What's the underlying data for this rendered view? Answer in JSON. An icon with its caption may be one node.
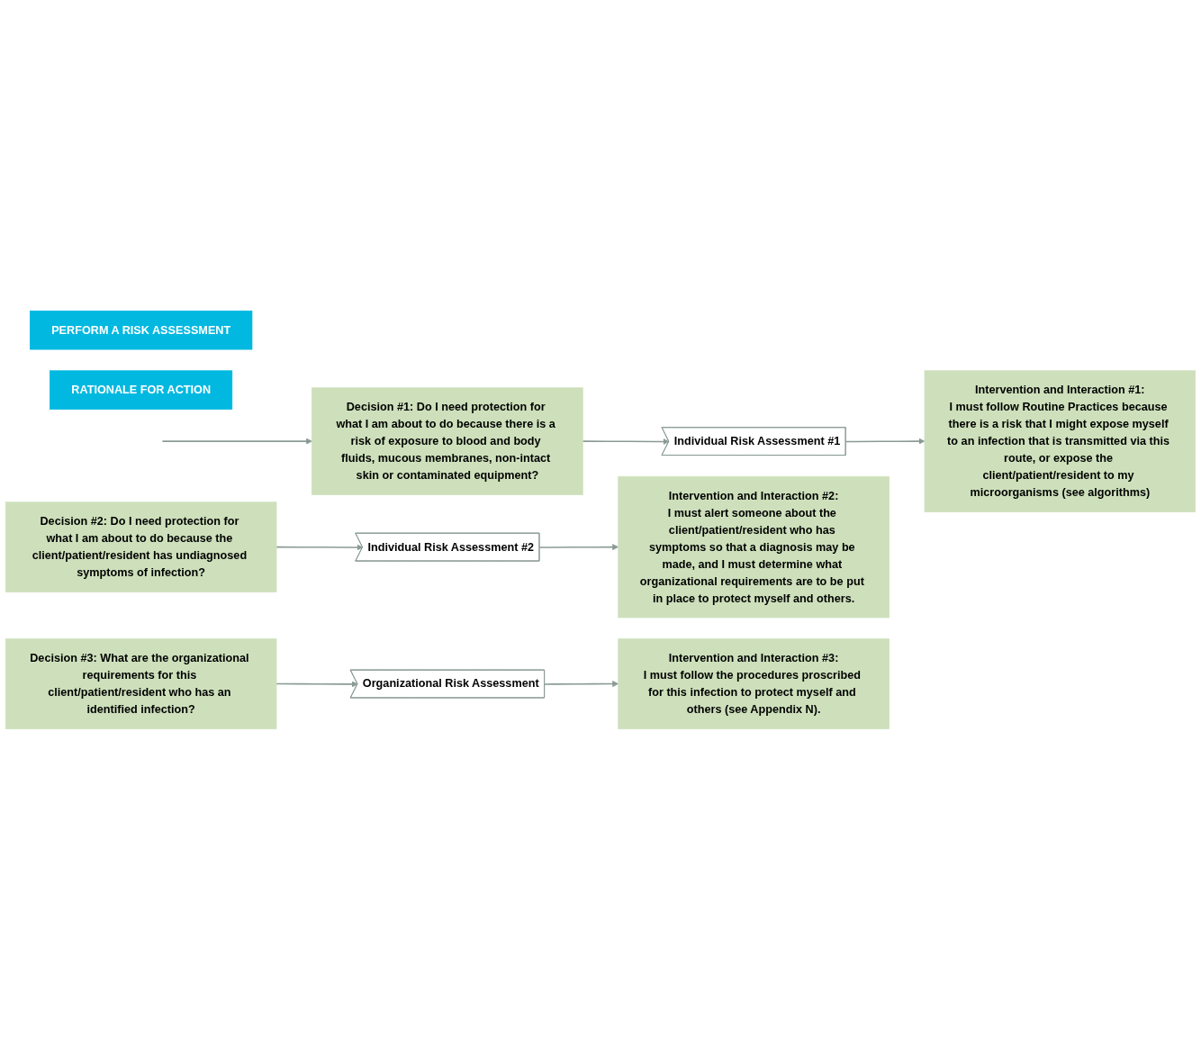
{
  "diagram": {
    "nodes": [
      {
        "text": [
          "PERFORM A RISK ASSESSMENT"
        ]
      },
      {
        "text": [
          "RATIONALE FOR ACTION"
        ]
      },
      {
        "text": [
          "Decision #1: Do I need protection for what I am about to do because there is a risk of exposure to blood and body fluids, mucous membranes, non-intact skin or contaminated equipment?"
        ]
      },
      {
        "text": [
          "Intervention and Interaction #1:",
          "I must follow Routine Practices because there is a risk that I might expose myself to an infection that is transmitted via this route, or expose the client/patient/resident to my microorganisms (see algorithms)"
        ]
      },
      {
        "text": [
          "Individual Risk Assessment #1"
        ]
      },
      {
        "text": [
          "Decision #2: Do I need protection for what I am about to do because the client/patient/resident has undiagnosed symptoms of infection?"
        ]
      },
      {
        "text": [
          "Intervention and Interaction #2:",
          "I must alert someone about the client/patient/resident who has symptoms so that a diagnosis may be made, and I must determine what organizational requirements are to be put in place to protect myself and others."
        ]
      },
      {
        "text": [
          "Individual Risk Assessment #2"
        ]
      },
      {
        "text": [
          "Decision #3: What are the organizational requirements for this client/patient/resident who has an identified infection?"
        ]
      },
      {
        "text": [
          "Intervention and Interaction #3:",
          "I must follow the procedures proscribed for this infection to protect myself and others (see Appendix N)."
        ]
      },
      {
        "text": [
          "Organizational Risk Assessment"
        ]
      }
    ],
    "edges": [
      {
        "from": null,
        "to": 2,
        "arrow": "to"
      },
      {
        "from": 2,
        "to": 4,
        "arrow": "to"
      },
      {
        "from": 4,
        "to": 3,
        "arrow": "to"
      },
      {
        "from": 5,
        "to": 7,
        "arrow": "to"
      },
      {
        "from": 7,
        "to": 6,
        "arrow": "to"
      },
      {
        "from": 8,
        "to": 10,
        "arrow": "to"
      },
      {
        "from": 10,
        "to": 9,
        "arrow": "to"
      }
    ]
  }
}
